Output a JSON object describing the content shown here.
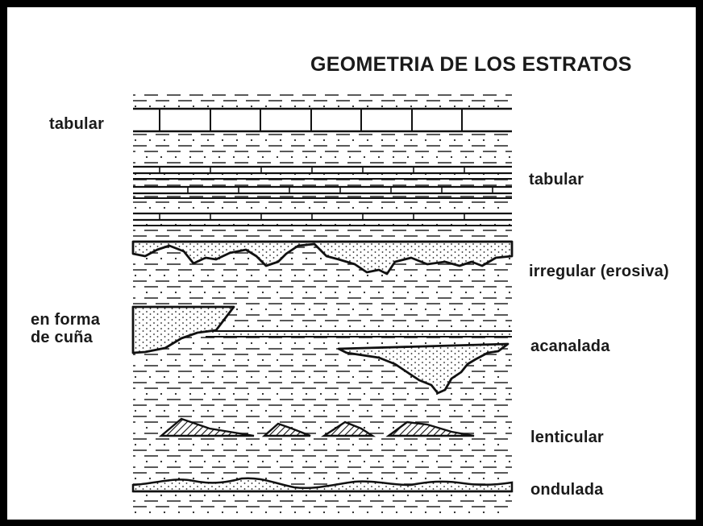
{
  "title": "GEOMETRIA DE LOS ESTRATOS",
  "labels": {
    "tabular_left": "tabular",
    "tabular_right": "tabular",
    "irregular": "irregular (erosiva)",
    "cuna": "en forma\nde cuña",
    "acanalada": "acanalada",
    "lenticular": "lenticular",
    "ondulada": "ondulada"
  }
}
